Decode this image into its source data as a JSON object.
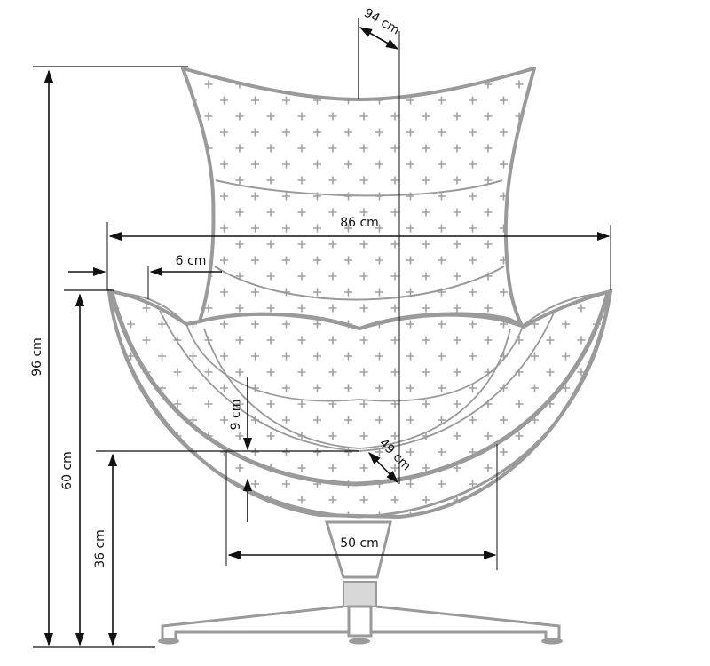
{
  "diagram": {
    "subject": "Egg lounge chair on swivel 4-star base",
    "colors": {
      "outline": "#9a9a9a",
      "pattern": "#a0a0a0",
      "dimension": "#111111",
      "background": "#ffffff"
    },
    "dimensions": {
      "total_height": "96 cm",
      "armrest_height": "60 cm",
      "seat_height": "36 cm",
      "total_width": "86 cm",
      "armrest_width": "6 cm",
      "depth": "94 cm",
      "seat_depth": "49 cm",
      "seat_cushion_thickness": "9 cm",
      "seat_width": "50 cm"
    }
  }
}
